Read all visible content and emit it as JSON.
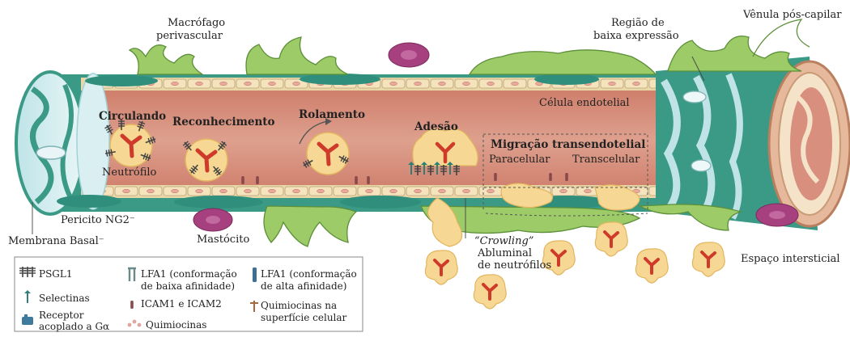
{
  "labels": {
    "macrophage": [
      "Macrófago",
      "perivascular"
    ],
    "low_expression": [
      "Região de",
      "baixa expressão"
    ],
    "venule": "Vênula pós-capilar",
    "endothelial": "Célula endotelial",
    "pericyte": "Pericito NG2⁻",
    "basal_membrane": "Membrana Basal⁻",
    "mast_cell": "Mastócito",
    "interstitial": "Espaço intersticial",
    "neutrophil": "Neutrófilo",
    "crawling_word": "“Crowling”",
    "crawling_rest": [
      "Abluminal",
      "de neutrófilos"
    ],
    "paracellular": "Paracelular",
    "transcellular": "Transcelular"
  },
  "stages": {
    "circulating": "Circulando",
    "recognition": "Reconhecimento",
    "rolling": "Rolamento",
    "adhesion": "Adesão",
    "migration": "Migração transendotelial"
  },
  "legend": {
    "psgl1": "PSGL1",
    "selectins": "Selectinas",
    "receptor": [
      "Receptor",
      "acoplado a Gα"
    ],
    "lfa1_low": [
      "LFA1 (conformação",
      "de baixa afinidade)"
    ],
    "icam": "ICAM1 e ICAM2",
    "chemokines": "Quimiocinas",
    "lfa1_high": [
      "LFA1 (conformação",
      "de alta afinidade)"
    ],
    "chemokines_surface": [
      "Quimiocinas na",
      "superfície celular"
    ]
  },
  "colors": {
    "lumen": "#d98f7d",
    "endothelium": "#f1dfb8",
    "pericyte": "#2f8f7c",
    "macrophage": "#8fbf5a",
    "neutrophil": "#f5d48a",
    "nucleus": "#d2392b",
    "mast_cell": "#a7407f"
  }
}
